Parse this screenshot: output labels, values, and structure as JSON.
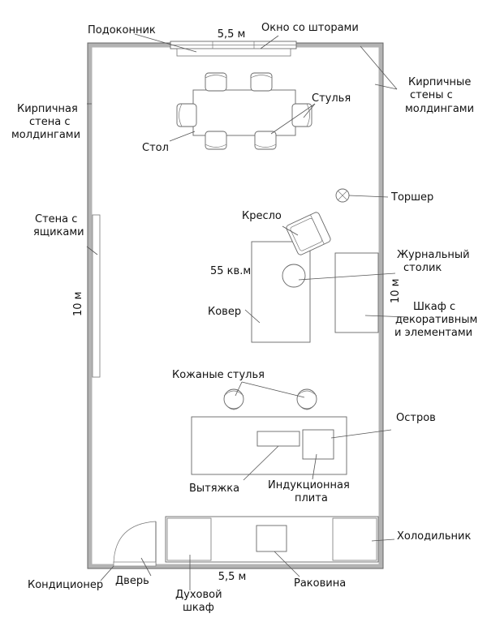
{
  "labels": {
    "sill": "Подоконник",
    "top_width": "5,5 м",
    "window": "Окно со шторами",
    "brick_right": [
      "Кирпичные",
      "стены с",
      "молдингами"
    ],
    "brick_left": [
      "Кирпичная",
      "стена с",
      "молдингами"
    ],
    "chairs": "Стулья",
    "table": "Стол",
    "floor_lamp": "Торшер",
    "armchair": "Кресло",
    "drawer_wall": [
      "Стена с",
      "ящиками"
    ],
    "coffee_table": [
      "Журнальный",
      "столик"
    ],
    "area": "55 кв.м",
    "left_height": "10 м",
    "right_height": "10 м",
    "rug": "Ковер",
    "cabinet": [
      "Шкаф с",
      "декоративным",
      "и элементами"
    ],
    "leather_chairs": "Кожаные стулья",
    "island": "Остров",
    "hood": "Вытяжка",
    "induction": [
      "Индукционная",
      "плита"
    ],
    "fridge": "Холодильник",
    "ac": "Кондиционер",
    "door": "Дверь",
    "bottom_width": "5,5 м",
    "sink": "Раковина",
    "oven": [
      "Духовой",
      "шкаф"
    ]
  }
}
